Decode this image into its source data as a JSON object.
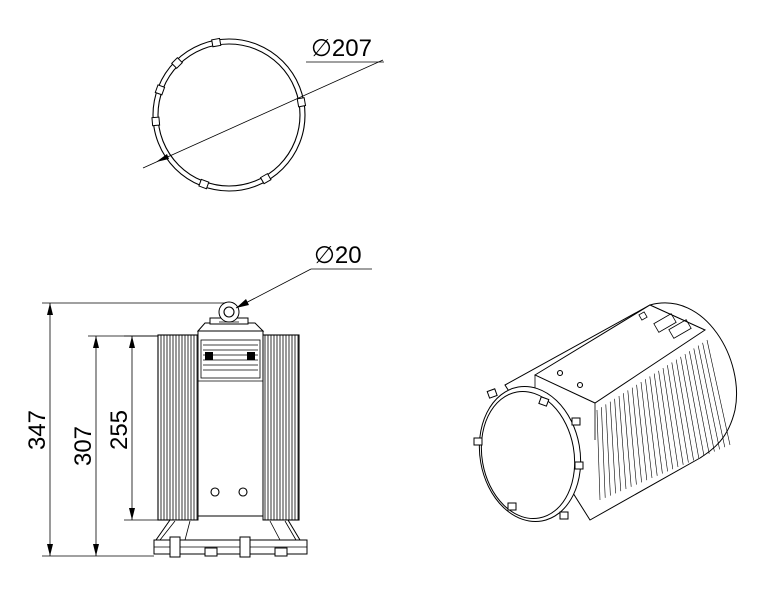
{
  "dimensions": {
    "top_diameter": {
      "symbol": "∅",
      "value": "207"
    },
    "eye_diameter": {
      "symbol": "∅",
      "value": "20"
    },
    "height_total": "347",
    "height_body": "307",
    "height_radiator": "255"
  }
}
